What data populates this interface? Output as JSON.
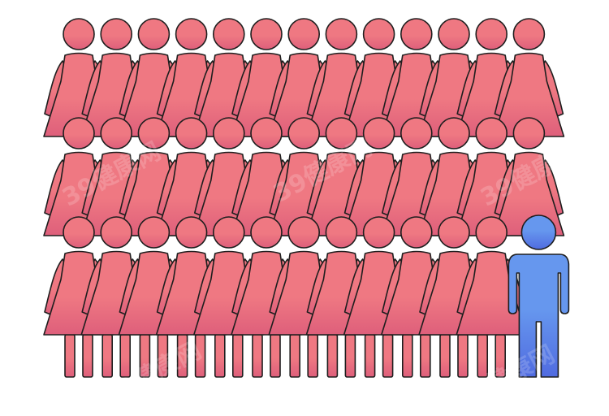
{
  "grid": {
    "rows": 3,
    "columns": 13,
    "total_figures": 39,
    "female_count": 38,
    "male_count": 1
  },
  "colors": {
    "female_light": "#ef7882",
    "female_dark": "#de5f7b",
    "male_light": "#6697ee",
    "male_dark": "#506be0",
    "outline": "#1e1e1e",
    "background": "#ffffff"
  },
  "icons": {
    "female": "woman-figure-icon",
    "male": "man-figure-icon"
  },
  "watermark": "39健康网"
}
